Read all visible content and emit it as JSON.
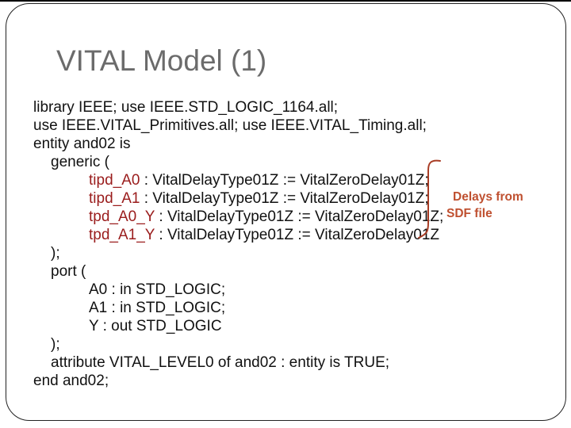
{
  "slide": {
    "title": "VITAL Model (1)"
  },
  "code": {
    "lines": [
      {
        "indent": 0,
        "segments": [
          {
            "style": "black",
            "text": "library IEEE; use IEEE.STD_LOGIC_1164.all;"
          }
        ]
      },
      {
        "indent": 0,
        "segments": [
          {
            "style": "black",
            "text": "use IEEE.VITAL_Primitives.all; use IEEE.VITAL_Timing.all;"
          }
        ]
      },
      {
        "indent": 0,
        "segments": [
          {
            "style": "black",
            "text": "entity and02 is"
          }
        ]
      },
      {
        "indent": 1,
        "segments": [
          {
            "style": "black",
            "text": "generic ("
          }
        ]
      },
      {
        "indent": 2,
        "segments": [
          {
            "style": "red",
            "text": "tipd_A0"
          },
          {
            "style": "black",
            "text": " : VitalDelayType01Z := VitalZeroDelay01Z;"
          }
        ]
      },
      {
        "indent": 2,
        "segments": [
          {
            "style": "red",
            "text": "tipd_A1"
          },
          {
            "style": "black",
            "text": " : VitalDelayType01Z := VitalZeroDelay01Z;"
          }
        ]
      },
      {
        "indent": 2,
        "segments": [
          {
            "style": "red",
            "text": "tpd_A0_Y"
          },
          {
            "style": "black",
            "text": " : VitalDelayType01Z := VitalZeroDelay01Z;"
          }
        ]
      },
      {
        "indent": 2,
        "segments": [
          {
            "style": "red",
            "text": "tpd_A1_Y"
          },
          {
            "style": "black",
            "text": " : VitalDelayType01Z := VitalZeroDelay01Z"
          }
        ]
      },
      {
        "indent": 1,
        "segments": [
          {
            "style": "black",
            "text": ");"
          }
        ]
      },
      {
        "indent": 1,
        "segments": [
          {
            "style": "black",
            "text": "port ("
          }
        ]
      },
      {
        "indent": 2,
        "segments": [
          {
            "style": "black",
            "text": "A0 : in STD_LOGIC;"
          }
        ]
      },
      {
        "indent": 2,
        "segments": [
          {
            "style": "black",
            "text": "A1 : in STD_LOGIC;"
          }
        ]
      },
      {
        "indent": 2,
        "segments": [
          {
            "style": "black",
            "text": "Y : out STD_LOGIC"
          }
        ]
      },
      {
        "indent": 1,
        "segments": [
          {
            "style": "black",
            "text": ");"
          }
        ]
      },
      {
        "indent": 1,
        "segments": [
          {
            "style": "black",
            "text": "attribute VITAL_LEVEL0 of and02 : entity is TRUE;"
          }
        ]
      },
      {
        "indent": 0,
        "segments": [
          {
            "style": "black",
            "text": "end and02;"
          }
        ]
      }
    ]
  },
  "annotation": {
    "line1": "Delays from",
    "line2": "SDF file"
  },
  "colors": {
    "title_gray": "#6b6b6b",
    "code_black": "#111111",
    "generic_red": "#9a1c1c",
    "annotation_rust": "#bf5030",
    "bracket_rust": "#a83c24",
    "border_black": "#222222"
  }
}
